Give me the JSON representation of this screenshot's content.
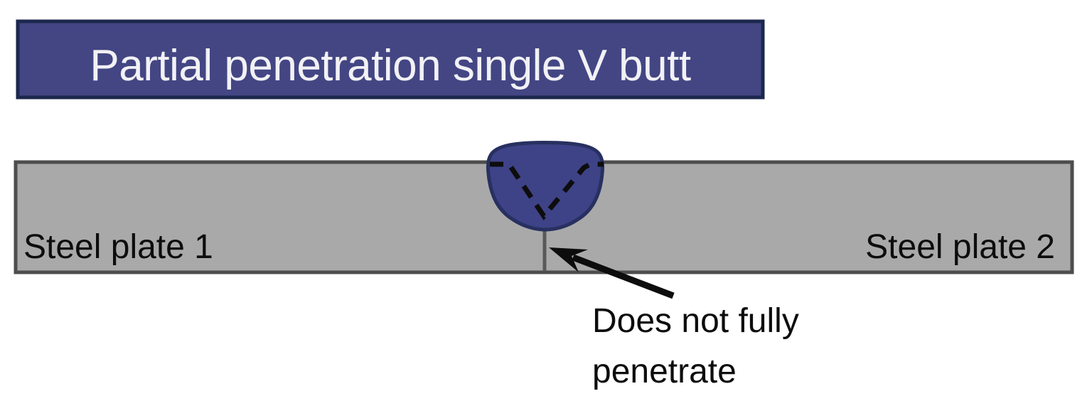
{
  "title": {
    "label": "Partial penetration single V butt"
  },
  "plates": {
    "left_label": "Steel plate 1",
    "right_label": "Steel plate 2"
  },
  "annotation": {
    "line1": "Does not fully",
    "line2": "penetrate"
  },
  "colors": {
    "background": "#ffffff",
    "title_fill": "#434683",
    "title_border": "#1c274e",
    "title_text": "#f2f1f5",
    "plate_fill": "#a9a9a9",
    "plate_border": "#4d4d4d",
    "weld_fill": "#3e4287",
    "weld_border": "#273060",
    "joint_line": "#595959",
    "ink": "#0d0d0d"
  }
}
